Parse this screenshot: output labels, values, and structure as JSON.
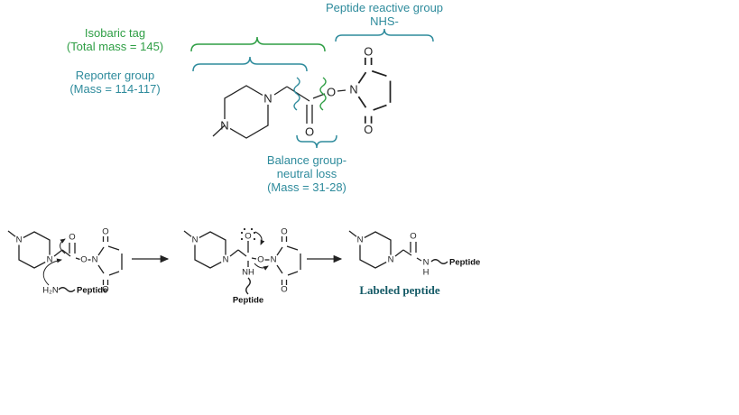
{
  "annotations": {
    "peptide_reactive": {
      "line1": "Peptide reactive group",
      "line2": "NHS-"
    },
    "isobaric_tag": {
      "line1": "Isobaric tag",
      "line2": "(Total mass = 145)"
    },
    "reporter_group": {
      "line1": "Reporter group",
      "line2": "(Mass = 114-117)"
    },
    "balance_group": {
      "line1": "Balance group-",
      "line2": "neutral loss",
      "line3": "(Mass = 31-28)"
    }
  },
  "atoms": {
    "N": "N",
    "O": "O",
    "H": "H",
    "NH": "NH",
    "H2N": "H₂N"
  },
  "reaction": {
    "peptide": "Peptide",
    "product_label": "Labeled peptide"
  },
  "colors": {
    "teal": "#2E8B9C",
    "green": "#2E9E44",
    "product_text": "#145A66",
    "structure": "#222222"
  }
}
